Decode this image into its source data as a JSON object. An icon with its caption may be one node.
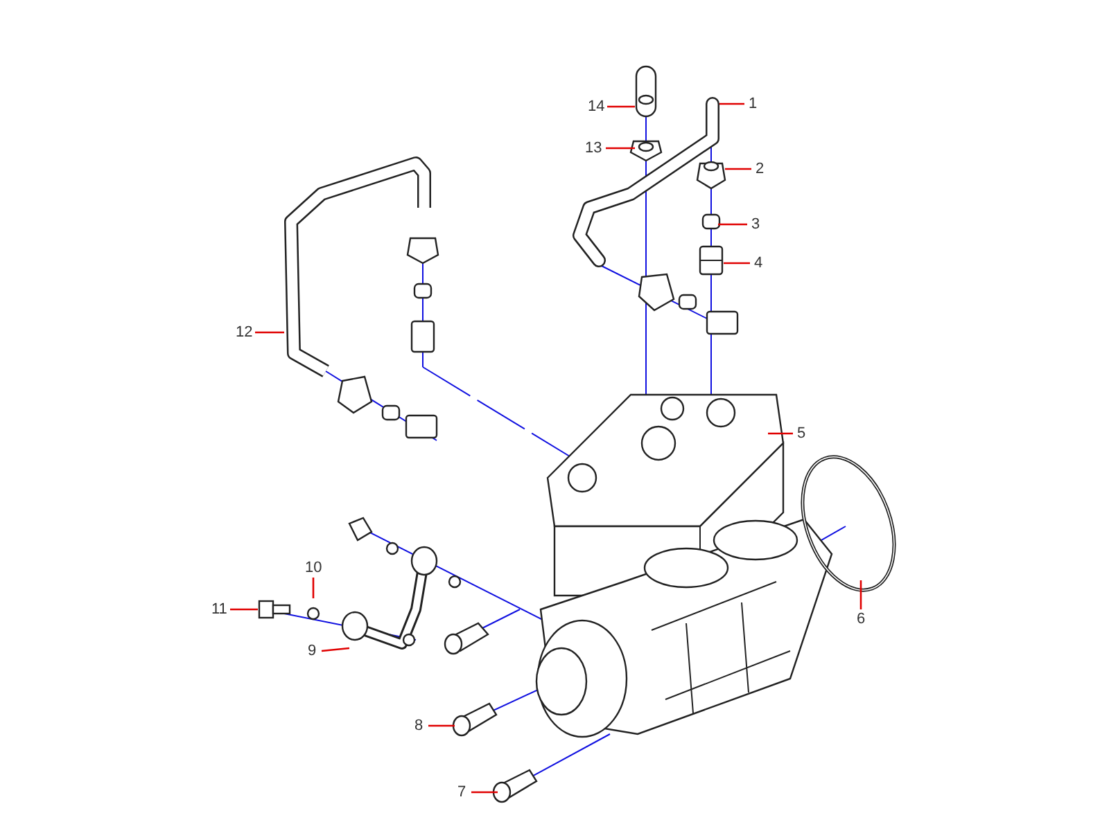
{
  "diagram": {
    "nodes": [
      {
        "text": [
          "1"
        ]
      },
      {
        "text": [
          "14"
        ]
      },
      {
        "text": [
          "13"
        ]
      },
      {
        "text": [
          "2"
        ]
      },
      {
        "text": [
          "3"
        ]
      },
      {
        "text": [
          "4"
        ]
      },
      {
        "text": [
          "12"
        ]
      },
      {
        "text": [
          "5"
        ]
      },
      {
        "text": [
          "10"
        ]
      },
      {
        "text": [
          "11"
        ]
      },
      {
        "text": [
          "6"
        ]
      },
      {
        "text": [
          "9"
        ]
      },
      {
        "text": [
          "8"
        ]
      },
      {
        "text": [
          "7"
        ]
      }
    ],
    "edges": [
      {
        "from": 0,
        "to": null,
        "arrow": "none"
      },
      {
        "from": 1,
        "to": null,
        "arrow": "none"
      },
      {
        "from": 2,
        "to": null,
        "arrow": "none"
      },
      {
        "from": 3,
        "to": null,
        "arrow": "none"
      },
      {
        "from": 4,
        "to": null,
        "arrow": "none"
      },
      {
        "from": 5,
        "to": null,
        "arrow": "none"
      },
      {
        "from": 6,
        "to": null,
        "arrow": "none"
      },
      {
        "from": 7,
        "to": null,
        "arrow": "none"
      },
      {
        "from": 8,
        "to": null,
        "arrow": "none"
      },
      {
        "from": 9,
        "to": null,
        "arrow": "none"
      },
      {
        "from": 10,
        "to": null,
        "arrow": "none"
      },
      {
        "from": 11,
        "to": null,
        "arrow": "none"
      },
      {
        "from": 12,
        "to": null,
        "arrow": "none"
      },
      {
        "from": 13,
        "to": null,
        "arrow": "none"
      }
    ]
  }
}
